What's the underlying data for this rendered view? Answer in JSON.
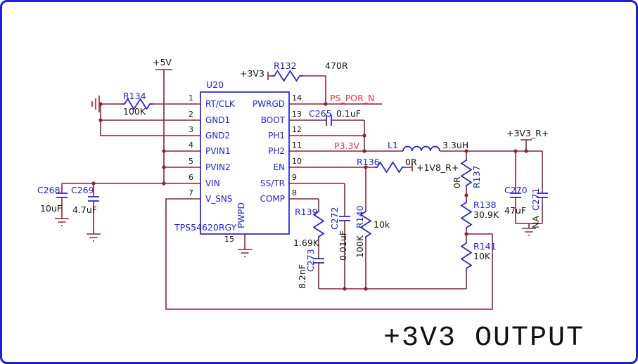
{
  "colors": {
    "border": "#1f1fd0",
    "wire": "#8a2432",
    "symbol": "#2222cc",
    "ref_text": "#2222cc",
    "value_text": "#141414",
    "net_label": "#ee2a50",
    "background": "#ffffff"
  },
  "title": "+3V3 OUTPUT",
  "ic": {
    "refdes": "U20",
    "part_number": "TPS54620RGY",
    "left_pins": [
      {
        "num": "1",
        "name": "RT/CLK"
      },
      {
        "num": "2",
        "name": "GND1"
      },
      {
        "num": "3",
        "name": "GND2"
      },
      {
        "num": "4",
        "name": "PVIN1"
      },
      {
        "num": "5",
        "name": "PVIN2"
      },
      {
        "num": "6",
        "name": "VIN"
      },
      {
        "num": "7",
        "name": "V_SNS"
      }
    ],
    "right_pins": [
      {
        "num": "14",
        "name": "PWRGD"
      },
      {
        "num": "13",
        "name": "BOOT"
      },
      {
        "num": "12",
        "name": "PH1"
      },
      {
        "num": "11",
        "name": "PH2"
      },
      {
        "num": "10",
        "name": "EN"
      },
      {
        "num": "9",
        "name": "SS/TR"
      },
      {
        "num": "8",
        "name": "COMP"
      }
    ],
    "bottom_pin": {
      "num": "15",
      "name": "PWPD"
    }
  },
  "power_nets": {
    "p5v": "+5V",
    "p3v3": "+3V3",
    "p3v3_r": "+3V3_R+",
    "p1v8_r": "+1V8_R+"
  },
  "net_labels": {
    "ps_por_n": "PS_POR_N",
    "p3_3v": "P3.3V"
  },
  "components": {
    "R132": {
      "ref": "R132",
      "value": "470R"
    },
    "R134": {
      "ref": "R134",
      "value": "100K"
    },
    "R136": {
      "ref": "R136",
      "value": "0R"
    },
    "R137": {
      "ref": "R137",
      "value": "0R"
    },
    "R138": {
      "ref": "R138",
      "value": "30.9K"
    },
    "R139": {
      "ref": "R139",
      "value": "1.69K"
    },
    "R140": {
      "ref": "R140",
      "value": "100K"
    },
    "R141": {
      "ref": "R141",
      "value": "10K"
    },
    "C265": {
      "ref": "C265",
      "value": "0.1uF"
    },
    "C268": {
      "ref": "C268",
      "value": "10uF"
    },
    "C269": {
      "ref": "C269",
      "value": "4.7uF"
    },
    "C270": {
      "ref": "C270",
      "value": "47uF"
    },
    "C271": {
      "ref": "C271",
      "value": "NA"
    },
    "C272": {
      "ref": "C272",
      "value": "0.01uF"
    },
    "C273": {
      "ref": "C273",
      "value": "8.2nF"
    },
    "L1": {
      "ref": "L1",
      "value": "3.3uH"
    }
  },
  "annotations": {
    "note_10k": "10k"
  }
}
